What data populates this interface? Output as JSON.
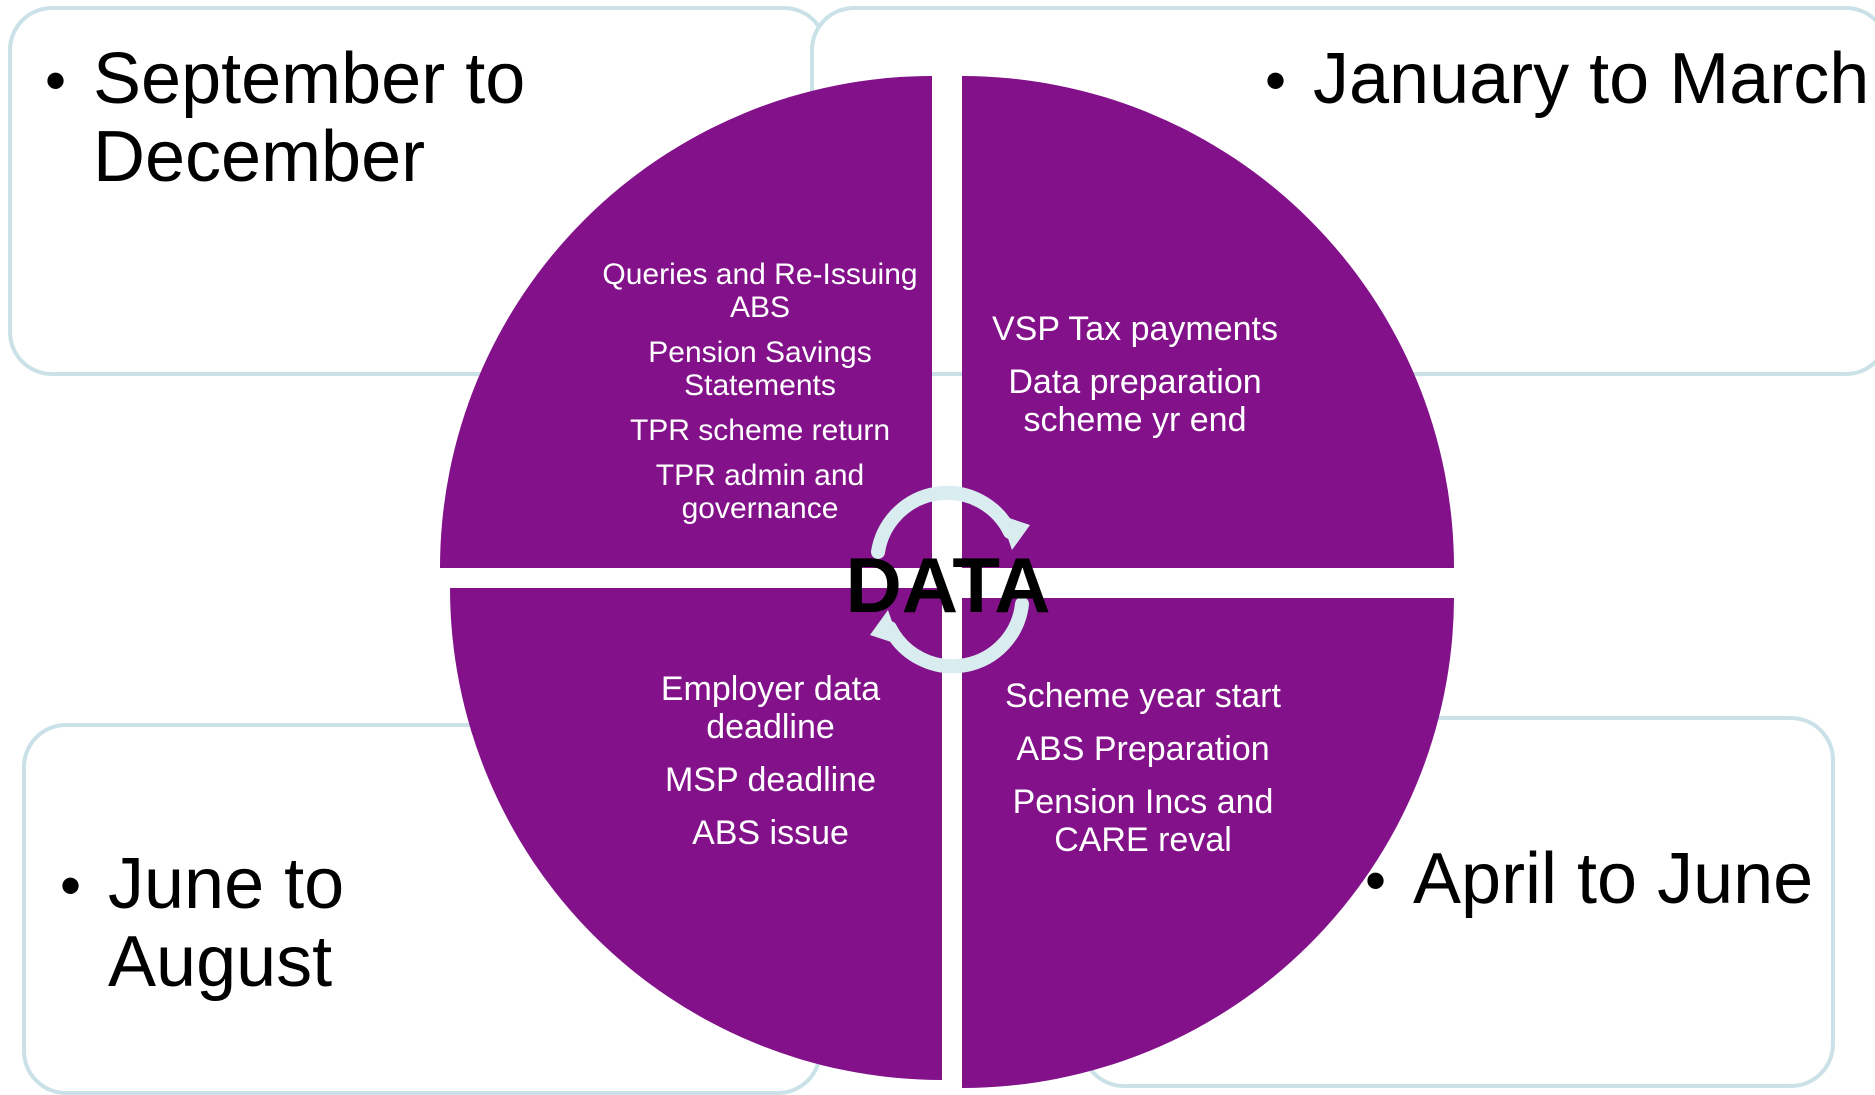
{
  "diagram": {
    "center_label": "DATA",
    "colors": {
      "quadrant_fill": "#82118a",
      "box_border": "#c9e1e7",
      "arrow_color": "#d9ecf0"
    },
    "periods": {
      "sep_dec": {
        "label": "September to December",
        "items": [
          "Queries and Re-Issuing ABS",
          "Pension Savings Statements",
          "TPR scheme return",
          "TPR admin and governance"
        ]
      },
      "jan_mar": {
        "label": "January to March",
        "items": [
          "VSP Tax payments",
          "Data preparation scheme yr end"
        ]
      },
      "jun_aug": {
        "label": "June to August",
        "items": [
          "Employer data deadline",
          "MSP deadline",
          "ABS issue"
        ]
      },
      "apr_jun": {
        "label": "April to June",
        "items": [
          "Scheme year start",
          "ABS Preparation",
          "Pension Incs and CARE reval"
        ]
      }
    }
  }
}
